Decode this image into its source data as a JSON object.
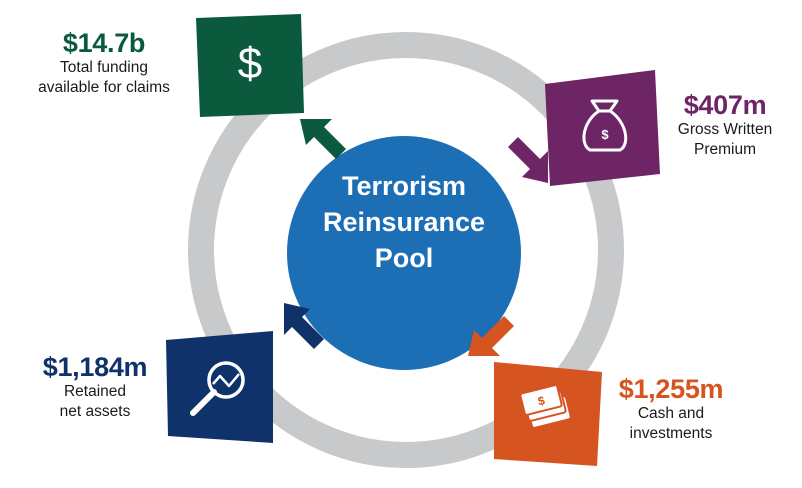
{
  "center": {
    "lines": [
      "Terrorism",
      "Reinsurance",
      "Pool"
    ]
  },
  "colors": {
    "ring": "#c8c9cb",
    "center": "#1c6eb5",
    "green": "#0c5a3e",
    "purple": "#6d2566",
    "orange": "#d5541f",
    "navy": "#10326b"
  },
  "items": [
    {
      "id": "funding",
      "amount": "$14.7b",
      "desc": [
        "Total funding",
        "available for claims"
      ],
      "icon": "dollar-sign-icon"
    },
    {
      "id": "premium",
      "amount": "$407m",
      "desc": [
        "Gross Written",
        "Premium"
      ],
      "icon": "money-bag-icon"
    },
    {
      "id": "cash",
      "amount": "$1,255m",
      "desc": [
        "Cash and",
        "investments"
      ],
      "icon": "cash-bills-icon"
    },
    {
      "id": "assets",
      "amount": "$1,184m",
      "desc": [
        "Retained",
        "net assets"
      ],
      "icon": "magnifier-chart-icon"
    }
  ]
}
